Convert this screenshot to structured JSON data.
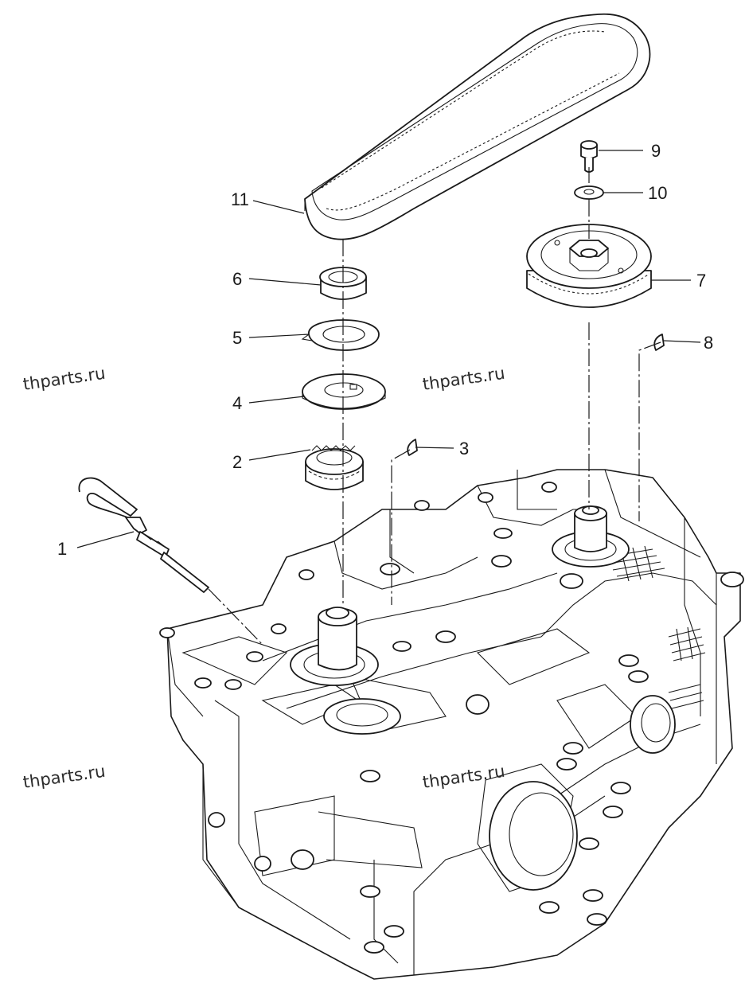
{
  "watermark": "thparts.ru",
  "callouts": {
    "c1": "1",
    "c2": "2",
    "c3": "3",
    "c4": "4",
    "c5": "5",
    "c6": "6",
    "c7": "7",
    "c8": "8",
    "c9": "9",
    "c10": "10",
    "c11": "11"
  }
}
